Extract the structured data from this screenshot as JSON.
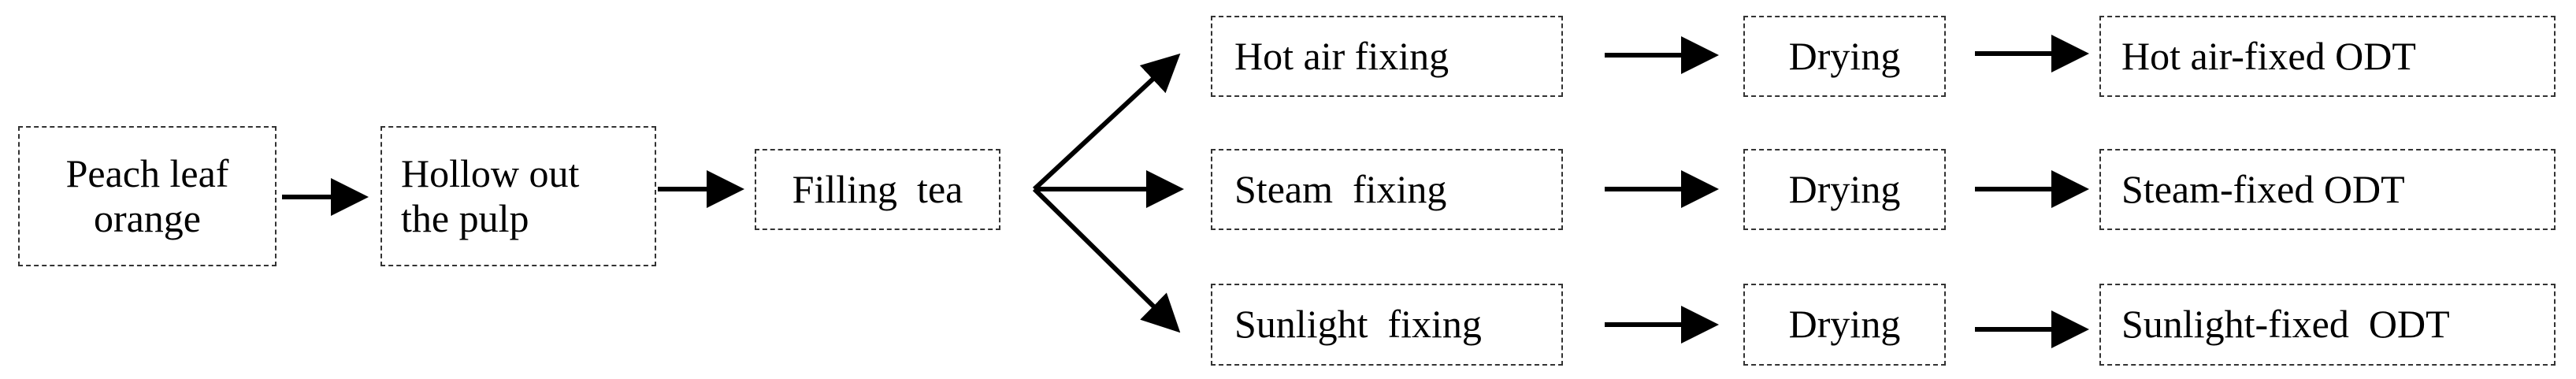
{
  "diagram": {
    "nodes": {
      "peach_leaf_orange": "Peach leaf\norange",
      "hollow_out_pulp": "Hollow out\nthe pulp",
      "filling_tea": "Filling  tea",
      "hot_air_fixing": "Hot air fixing",
      "steam_fixing": "Steam  fixing",
      "sunlight_fixing": "Sunlight  fixing",
      "drying_1": "Drying",
      "drying_2": "Drying",
      "drying_3": "Drying",
      "hot_air_fixed_odt": "Hot air-fixed ODT",
      "steam_fixed_odt": "Steam-fixed ODT",
      "sunlight_fixed_odt": "Sunlight-fixed  ODT"
    },
    "colors": {
      "arrow": "#000000",
      "border": "#333333"
    }
  }
}
